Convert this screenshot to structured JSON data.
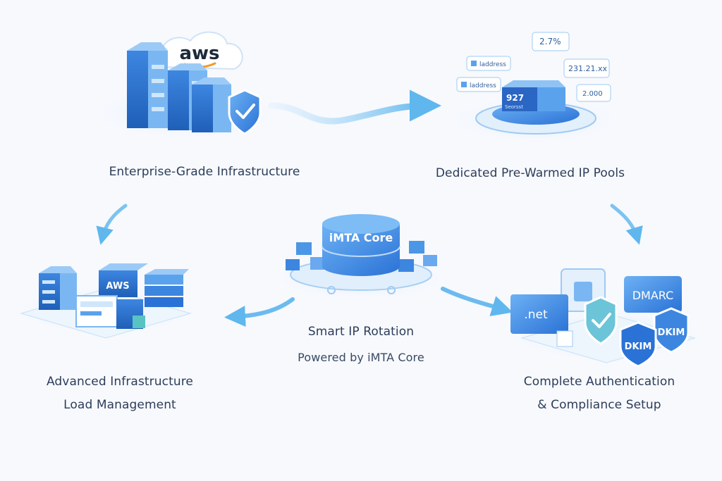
{
  "nodes": {
    "enterprise": {
      "title": "Enterprise-Grade Infrastructure",
      "badge": "aws"
    },
    "ip_pools": {
      "title": "Dedicated Pre-Warmed IP Pools",
      "cards": {
        "pct": "2.7%",
        "ip": "231.21.xx",
        "num": "2.000",
        "addr1": "laddress",
        "addr2": "laddress"
      },
      "server_num": "927",
      "server_sub": "Seorsst"
    },
    "core": {
      "badge": "iMTA Core",
      "title": "Smart IP Rotation",
      "subtitle": "Powered by iMTA Core"
    },
    "load": {
      "title_line1": "Advanced Infrastructure",
      "title_line2": "Load Management",
      "badge": "AWS"
    },
    "auth": {
      "title_line1": "Complete Authentication",
      "title_line2": "& Compliance Setup",
      "net": ".net",
      "dmarc": "DMARC",
      "dkim1": "DKIM",
      "dkim2": "DKIM"
    }
  },
  "colors": {
    "primary": "#2f7fde",
    "light": "#bcd8f7",
    "text": "#2c3d59"
  }
}
